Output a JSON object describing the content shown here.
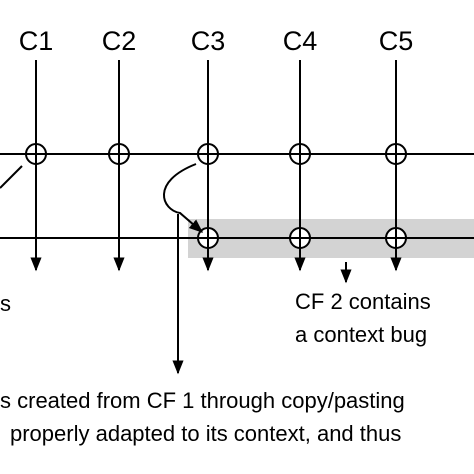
{
  "columns": [
    "C1",
    "C2",
    "C3",
    "C4",
    "C5"
  ],
  "left_fragment": "s",
  "cf2_note": {
    "line1": "CF 2 contains",
    "line2": "a context bug"
  },
  "caption": {
    "line1": "s created from CF 1 through copy/pasting",
    "line2": "properly adapted to its context, and thus"
  },
  "colors": {
    "highlight": "#d3d3d3",
    "ink": "#000000"
  }
}
